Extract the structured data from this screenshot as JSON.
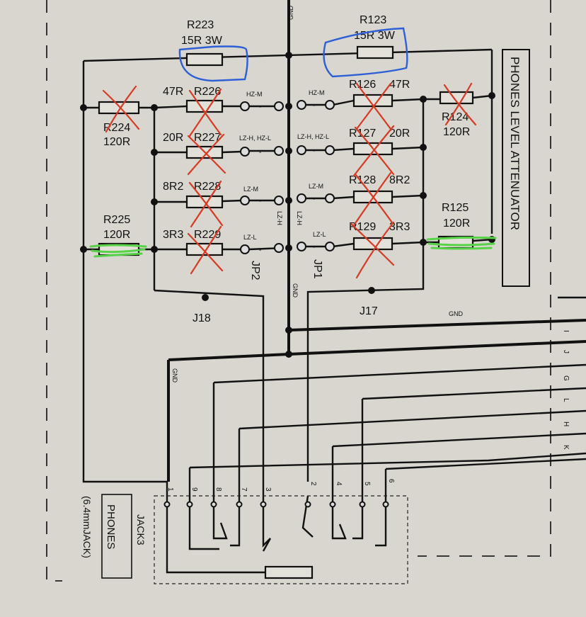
{
  "resistors": {
    "r223": {
      "ref": "R223",
      "value": "15R 3W"
    },
    "r123": {
      "ref": "R123",
      "value": "15R 3W"
    },
    "r224": {
      "ref": "R224",
      "value": "120R"
    },
    "r225": {
      "ref": "R225",
      "value": "120R"
    },
    "r124": {
      "ref": "R124",
      "value": "120R"
    },
    "r125": {
      "ref": "R125",
      "value": "120R"
    },
    "r226": {
      "ref": "R226",
      "value": "47R"
    },
    "r227": {
      "ref": "R227",
      "value": "20R"
    },
    "r228": {
      "ref": "R228",
      "value": "8R2"
    },
    "r229": {
      "ref": "R229",
      "value": "3R3"
    },
    "r126": {
      "ref": "R126",
      "value": "47R"
    },
    "r127": {
      "ref": "R127",
      "value": "20R"
    },
    "r128": {
      "ref": "R128",
      "value": "8R2"
    },
    "r129": {
      "ref": "R129",
      "value": "3R3"
    }
  },
  "jumper_labels": {
    "hzm": "HZ-M",
    "lzh_hzl": "LZ-H, HZ-L",
    "lzm": "LZ-M",
    "lzl": "LZ-L",
    "lzh": "LZ-H"
  },
  "components": {
    "jp1": "JP1",
    "jp2": "JP2",
    "j17": "J17",
    "j18": "J18",
    "jack": "JACK3"
  },
  "gnd": "GND",
  "section_title": "PHONES LEVEL ATTENUATOR",
  "block_label": {
    "line1": "PHONES",
    "line2": "(6.4mmJACK)"
  },
  "connector_letters": [
    "I",
    "J",
    "G",
    "L",
    "H",
    "K"
  ],
  "pin_numbers": [
    "1",
    "9",
    "8",
    "7",
    "3",
    "2",
    "4",
    "5",
    "6"
  ],
  "colors": {
    "annotation_red": "#d63a22",
    "annotation_blue": "#2d5fd6",
    "annotation_green": "#57d347"
  }
}
